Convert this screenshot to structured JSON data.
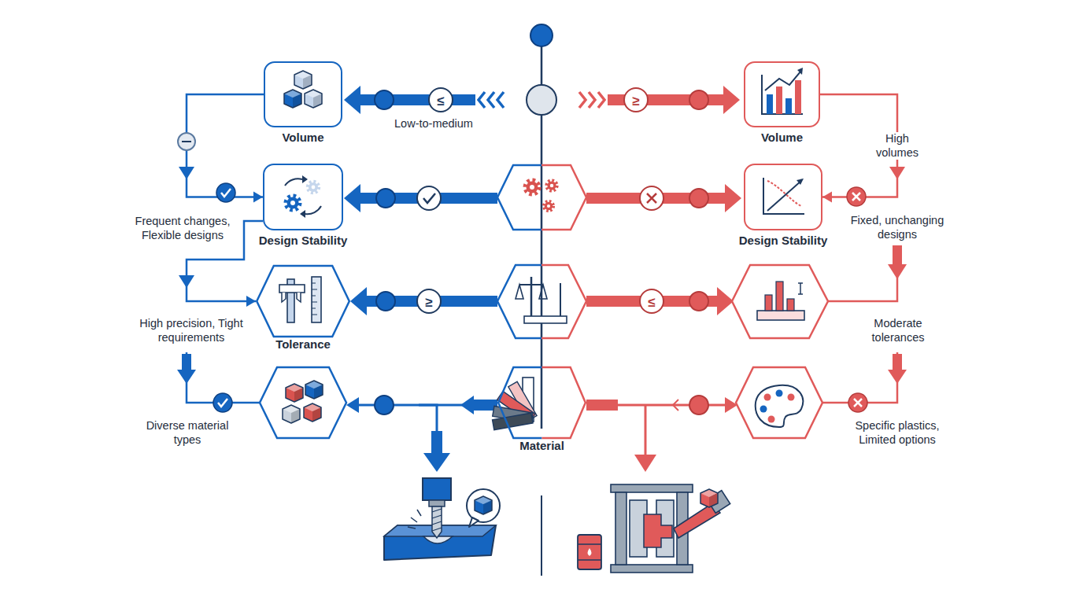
{
  "diagram": {
    "nodes": [
      {
        "text": [
          "Volume"
        ]
      },
      {
        "text": [
          "Volume"
        ]
      },
      {
        "text": [
          "Design Stability"
        ]
      },
      {
        "text": [
          "Design Stability"
        ]
      },
      {
        "text": [
          "Tolerance"
        ]
      },
      {
        "text": [
          "Material"
        ]
      }
    ],
    "edges": [
      {
        "from": 0,
        "to": 2,
        "arrow": "to"
      },
      {
        "from": 2,
        "to": 4,
        "arrow": "to"
      },
      {
        "from": 1,
        "to": 3,
        "arrow": "to"
      }
    ],
    "labels": [
      "≤",
      "Low-to-medium",
      "≥",
      "High volumes",
      "Frequent changes, Flexible designs",
      "Fixed, unchanging designs",
      "≥",
      "≤",
      "High precision, Tight requirements",
      "Moderate tolerances",
      "Diverse material types",
      "Specific plastics, Limited options"
    ]
  }
}
